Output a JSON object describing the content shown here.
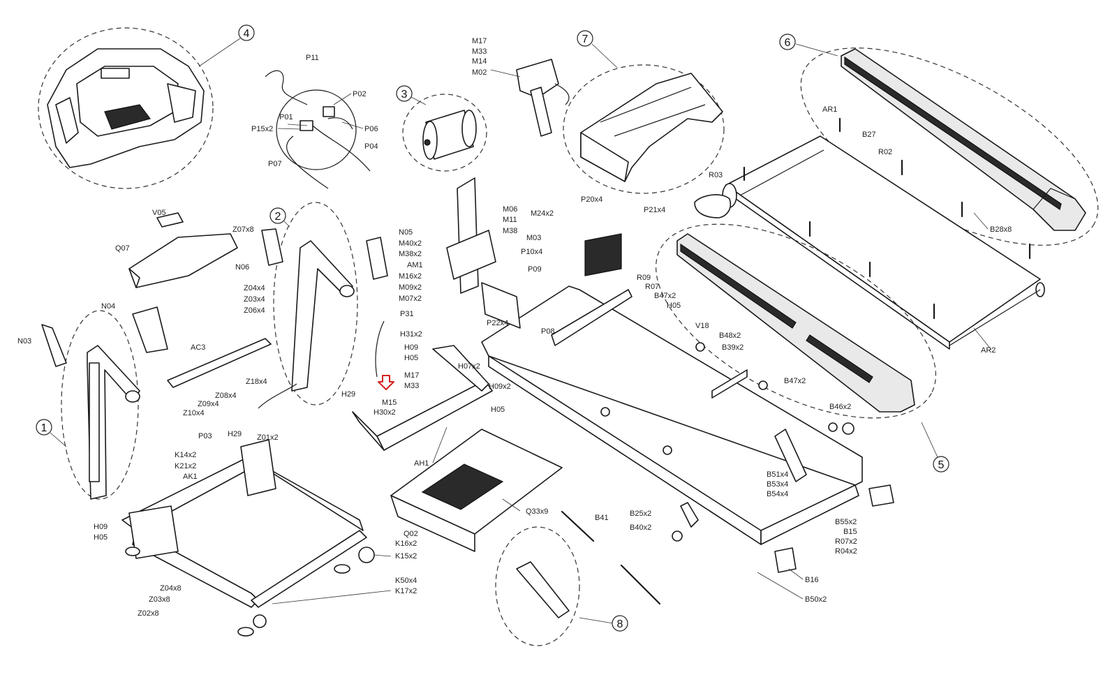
{
  "labels": {
    "P11": "P11",
    "P02": "P02",
    "P01": "P01",
    "P15x2": "P15x2",
    "P06": "P06",
    "P04": "P04",
    "P07": "P07",
    "M17a": "M17",
    "M33a": "M33",
    "M14": "M14",
    "M02": "M02",
    "AR1": "AR1",
    "B27": "B27",
    "R02": "R02",
    "R03": "R03",
    "B28x8": "B28x8",
    "AR2": "AR2",
    "V05": "V05",
    "Q07": "Q07",
    "Z07x8": "Z07x8",
    "N06": "N06",
    "Z04x4": "Z04x4",
    "Z03x4": "Z03x4",
    "Z06x4": "Z06x4",
    "N05": "N05",
    "M40x2": "M40x2",
    "M38x2": "M38x2",
    "AM1": "AM1",
    "M16x2": "M16x2",
    "M09x2": "M09x2",
    "M07x2": "M07x2",
    "M06": "M06",
    "M11": "M11",
    "M38": "M38",
    "M24x2": "M24x2",
    "M03": "M03",
    "P10x4": "P10x4",
    "P09": "P09",
    "P20x4": "P20x4",
    "P21x4": "P21x4",
    "R09": "R09",
    "R07": "R07",
    "B47x2a": "B47x2",
    "H05a": "H05",
    "V18": "V18",
    "B48x2": "B48x2",
    "B39x2": "B39x2",
    "N04": "N04",
    "N03": "N03",
    "AC3": "AC3",
    "Z18x4": "Z18x4",
    "Z08x4": "Z08x4",
    "Z09x4": "Z09x4",
    "Z10x4": "Z10x4",
    "P31": "P31",
    "P22x4": "P22x4",
    "H31x2": "H31x2",
    "H09a": "H09",
    "H05b": "H05",
    "P08": "P08",
    "M17b": "M17",
    "M33b": "M33",
    "H07x2": "H07x2",
    "H09x2": "H09x2",
    "H05c": "H05",
    "H29a": "H29",
    "M15": "M15",
    "H30x2": "H30x2",
    "AH1": "AH1",
    "B47x2b": "B47x2",
    "B46x2": "B46x2",
    "P03": "P03",
    "H29b": "H29",
    "Z01x2": "Z01x2",
    "K14x2": "K14x2",
    "K21x2": "K21x2",
    "AK1": "AK1",
    "Q33x9": "Q33x9",
    "B51x4": "B51x4",
    "B53x4": "B53x4",
    "B54x4": "B54x4",
    "H09b": "H09",
    "H05d": "H05",
    "Q02": "Q02",
    "K16x2": "K16x2",
    "K15x2": "K15x2",
    "B41": "B41",
    "B25x2": "B25x2",
    "B40x2": "B40x2",
    "B55x2": "B55x2",
    "B15": "B15",
    "R07x2": "R07x2",
    "R04x2": "R04x2",
    "Z04x8": "Z04x8",
    "Z03x8": "Z03x8",
    "Z02x8": "Z02x8",
    "K50x4": "K50x4",
    "K17x2": "K17x2",
    "B16": "B16",
    "B50x2": "B50x2"
  },
  "callouts": [
    "1",
    "2",
    "3",
    "4",
    "5",
    "6",
    "7",
    "8"
  ],
  "highlight_color": "#d61f1f"
}
